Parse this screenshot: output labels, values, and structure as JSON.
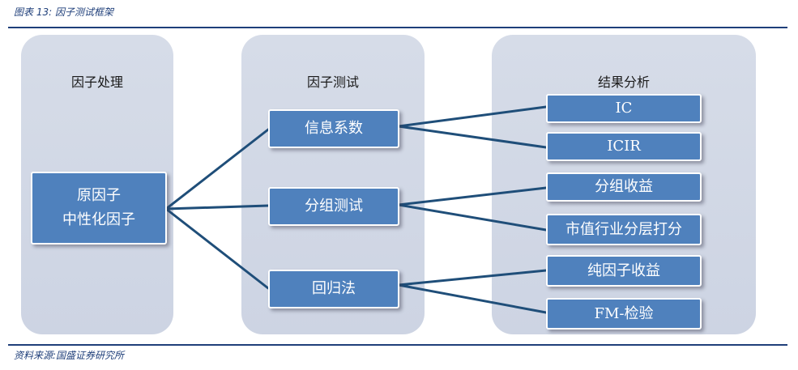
{
  "header": {
    "figure_title": "图表 13:  因子测试框架"
  },
  "footer": {
    "source": "资料来源:国盛证券研究所"
  },
  "columns": [
    {
      "title": "因子处理"
    },
    {
      "title": "因子测试"
    },
    {
      "title": "结果分析"
    }
  ],
  "nodes": {
    "factor_lines": [
      "原因子",
      "中性化因子"
    ],
    "tests": [
      "信息系数",
      "分组测试",
      "回归法"
    ],
    "results": [
      "IC",
      "ICIR",
      "分组收益",
      "市值行业分层打分",
      "纯因子收益",
      "FM-检验"
    ]
  },
  "colors": {
    "box_fill": "#4f81bd",
    "connector": "#1f4e79",
    "panel": "#d3d9e6",
    "rule": "#1f3f7a"
  }
}
